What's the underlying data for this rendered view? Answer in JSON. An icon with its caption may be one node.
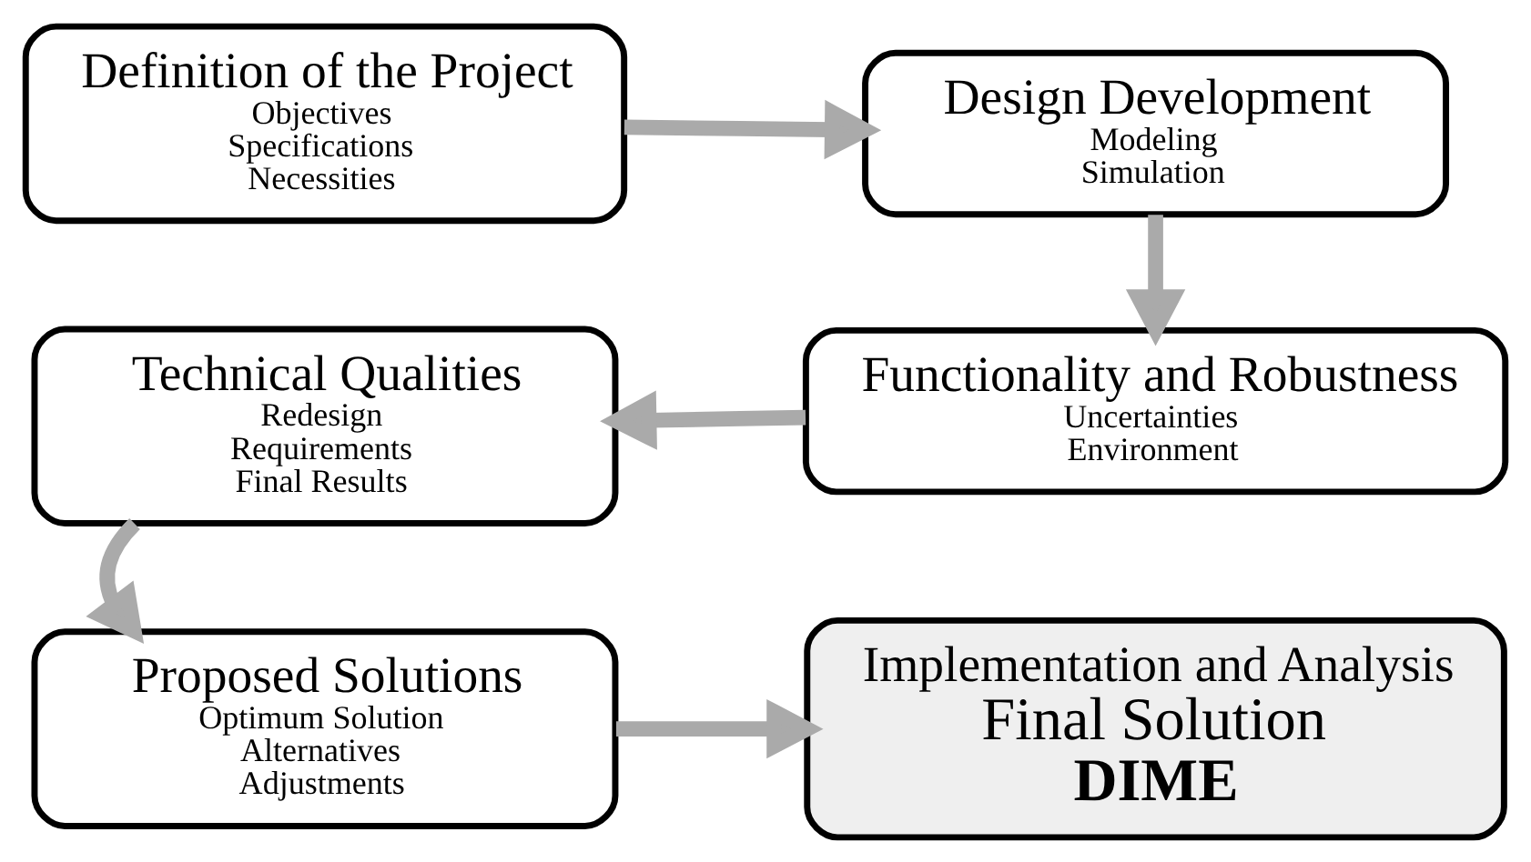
{
  "diagram": {
    "nodes": [
      {
        "text": [
          "Definition of the Project",
          "Objectives",
          "Specifications",
          "Necessities"
        ]
      },
      {
        "text": [
          "Design Development",
          "Modeling",
          "Simulation"
        ]
      },
      {
        "text": [
          "Technical Qualities",
          "Redesign",
          "Requirements",
          "Final Results"
        ]
      },
      {
        "text": [
          "Functionality and Robustness",
          "Uncertainties",
          "Environment"
        ]
      },
      {
        "text": [
          "Proposed Solutions",
          "Optimum Solution",
          "Alternatives",
          "Adjustments"
        ]
      },
      {
        "text": [
          "Implementation and Analysis",
          "Final Solution",
          "DIME"
        ]
      }
    ],
    "edges": [
      {
        "from": 0,
        "to": 1,
        "arrow": "to"
      },
      {
        "from": 1,
        "to": 3,
        "arrow": "to"
      },
      {
        "from": 3,
        "to": 2,
        "arrow": "to"
      },
      {
        "from": 2,
        "to": 4,
        "arrow": "to"
      },
      {
        "from": 4,
        "to": 5,
        "arrow": "to"
      }
    ]
  }
}
